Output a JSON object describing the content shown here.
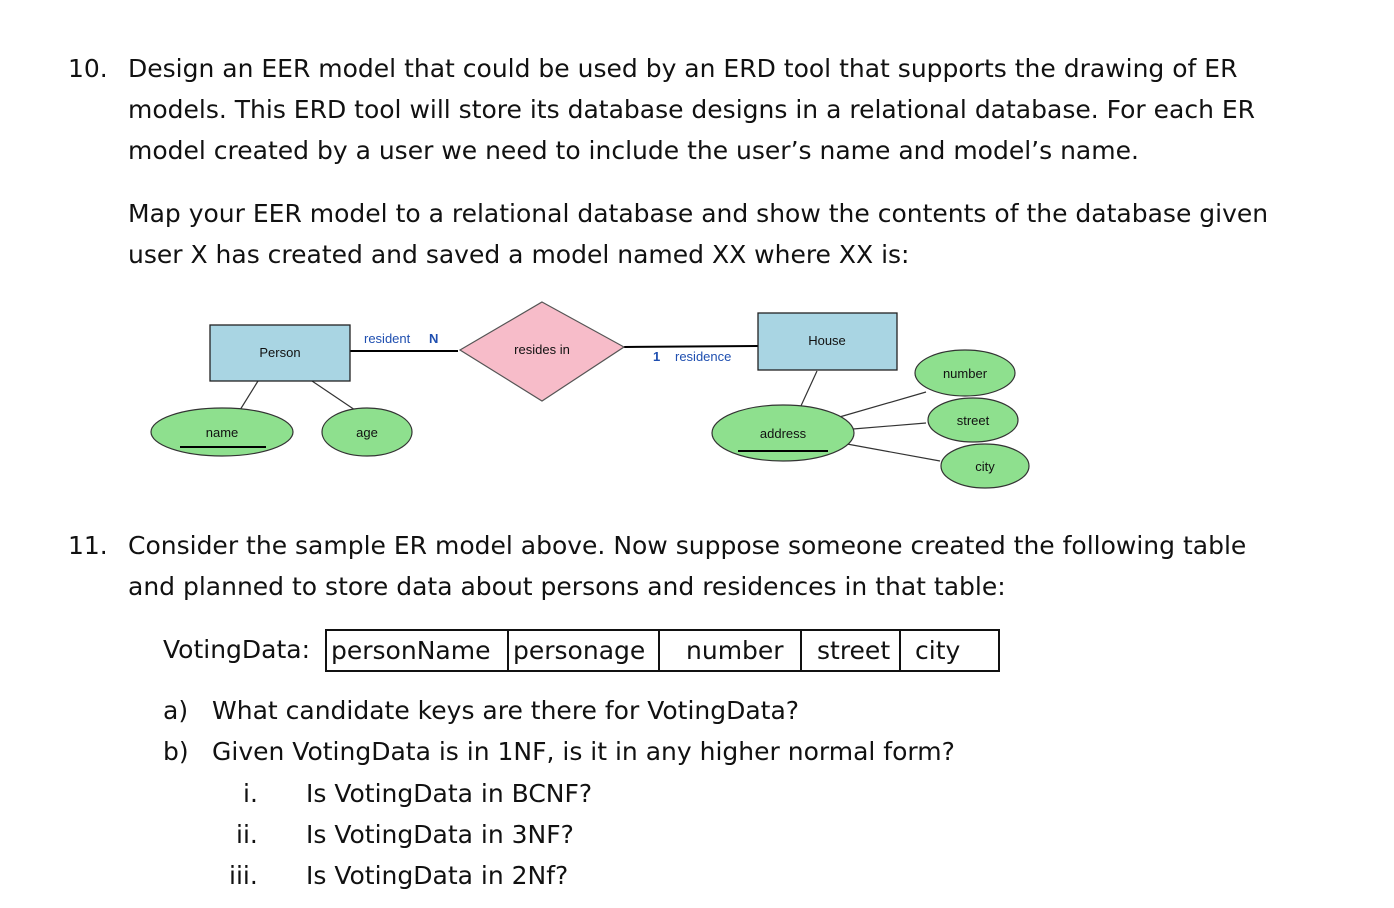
{
  "q10": {
    "number": "10.",
    "line1": "Design an EER model that could be used by an ERD tool that supports the drawing of ER",
    "line2": "models. This ERD tool will store its database designs in a relational database. For each ER",
    "line3": "model created by a user we need to include the user’s name and model’s name.",
    "para2_line1": "Map your EER model to a relational database and show the contents of the database given",
    "para2_line2": "user X has created and saved a model named XX where XX is:"
  },
  "diagram": {
    "entity_person": "Person",
    "entity_house": "House",
    "relationship": "resides in",
    "role_resident": "resident",
    "card_n": "N",
    "card_1": "1",
    "role_residence": "residence",
    "attr_name": "name",
    "attr_age": "age",
    "attr_address": "address",
    "attr_number": "number",
    "attr_street": "street",
    "attr_city": "city",
    "colors": {
      "entity": "#a9d5e3",
      "relationship": "#f7bcc9",
      "attribute": "#8ee08e",
      "role": "#1f4fb0"
    }
  },
  "q11": {
    "number": "11.",
    "line1": "Consider the sample ER model above. Now suppose someone created the following table",
    "line2": "and planned to store data about persons and residences in that table:",
    "table_label": "VotingData:",
    "columns": [
      "personName",
      "personage",
      "number",
      "street",
      "city"
    ],
    "a_label": "a)",
    "a_text": "What candidate keys are there for VotingData?",
    "b_label": "b)",
    "b_text": "Given VotingData is in 1NF, is it in any higher normal form?",
    "subs": [
      {
        "label": "i.",
        "text": "Is VotingData in BCNF?"
      },
      {
        "label": "ii.",
        "text": "Is VotingData in 3NF?"
      },
      {
        "label": "iii.",
        "text": "Is VotingData in 2Nf?"
      }
    ]
  }
}
